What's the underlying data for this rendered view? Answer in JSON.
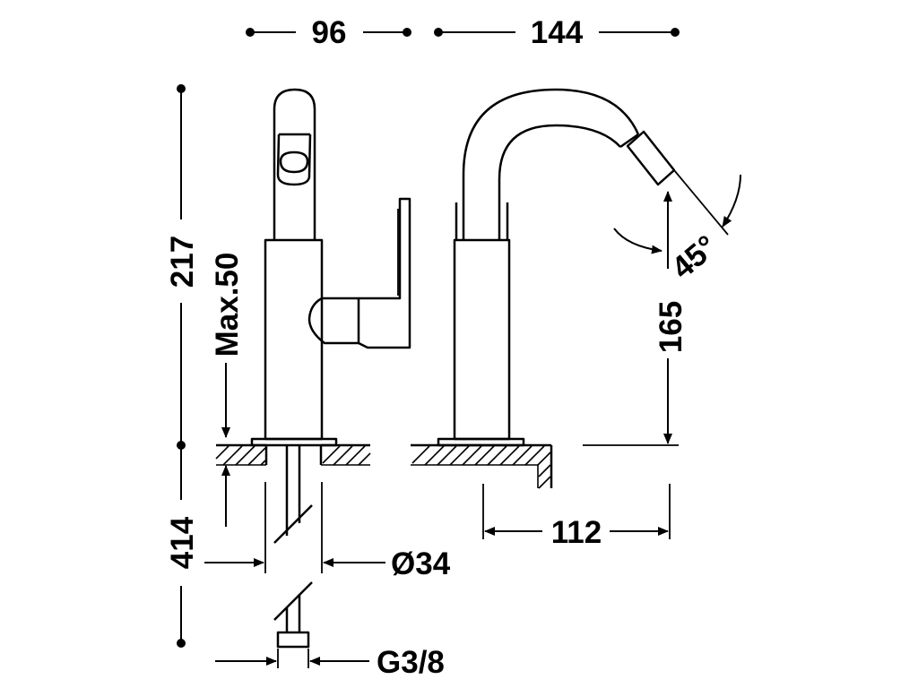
{
  "dimensions": {
    "width_base": "96",
    "width_total": "144",
    "height_total": "217",
    "max_thickness": "Max.50",
    "below_length": "414",
    "spout_height": "165",
    "spout_angle": "45°",
    "spout_reach": "112",
    "diameter": "Ø34",
    "thread": "G3/8"
  },
  "colors": {
    "line": "#000000",
    "background": "#ffffff"
  }
}
